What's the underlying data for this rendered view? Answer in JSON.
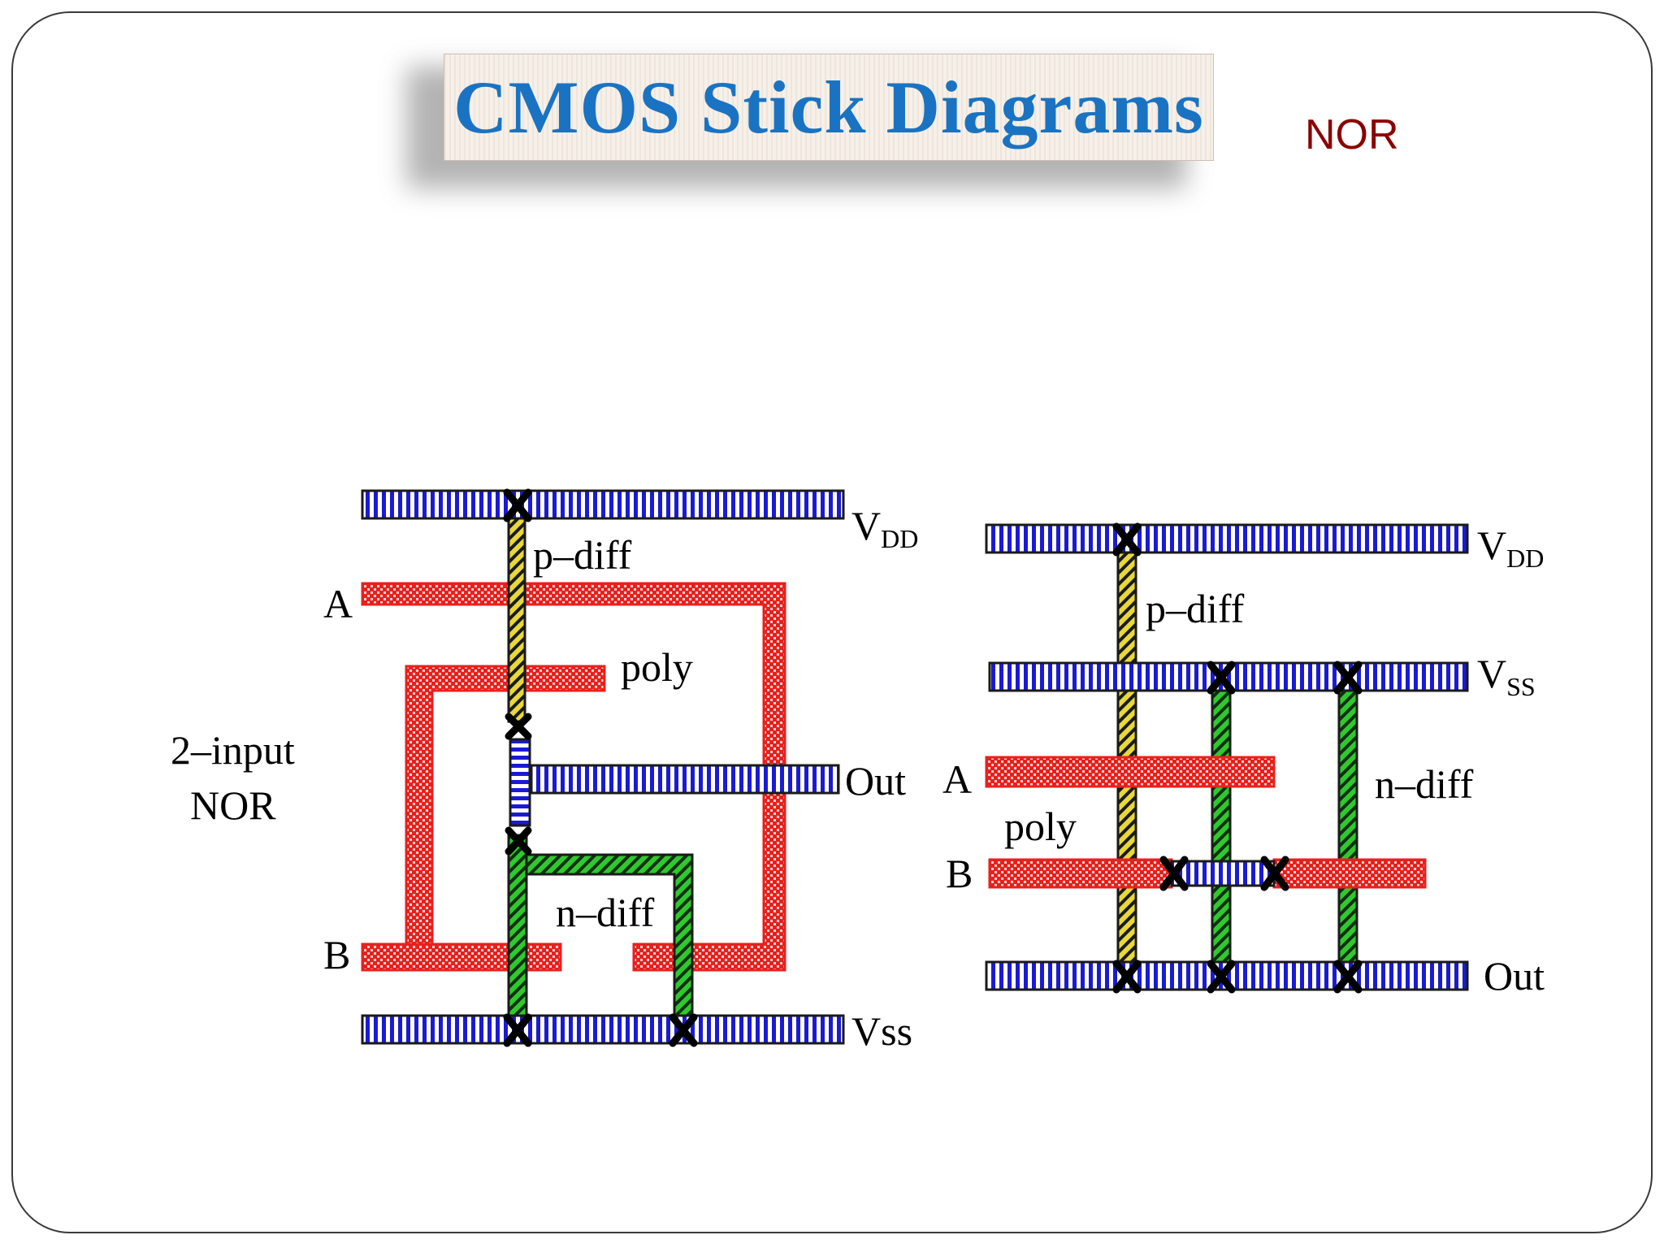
{
  "slide": {
    "title": "CMOS Stick Diagrams",
    "subtitle": "NOR"
  },
  "left_diagram": {
    "caption_line1": "2–input",
    "caption_line2": "NOR",
    "vdd_main": "V",
    "vdd_sub": "DD",
    "vss": "Vss",
    "out": "Out",
    "input_a": "A",
    "input_b": "B",
    "pdiff": "p–diff",
    "ndiff": "n–diff",
    "poly": "poly"
  },
  "right_diagram": {
    "vdd_main": "V",
    "vdd_sub": "DD",
    "vss_main": "V",
    "vss_sub": "SS",
    "out": "Out",
    "input_a": "A",
    "input_b": "B",
    "pdiff": "p–diff",
    "ndiff": "n–diff",
    "poly": "poly"
  },
  "colors": {
    "metal": "#1a1ad6",
    "poly": "#e8201c",
    "pdiff": "#e8d838",
    "ndiff": "#2fc92f",
    "contact": "#000000",
    "title": "#1a73c2",
    "subtitle": "#8b0000"
  }
}
